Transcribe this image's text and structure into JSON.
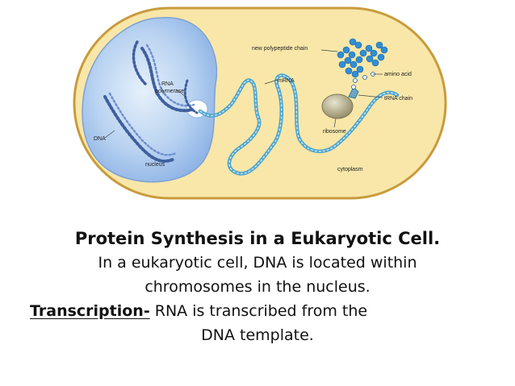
{
  "diagram": {
    "labels": {
      "polypeptide": "new polypeptide chain",
      "rna_polymerase_1": "RNA",
      "rna_polymerase_2": "polymerase",
      "mrna": "mRNA",
      "amino_acid": "amino acid",
      "trna": "tRNA chain",
      "dna": "DNA",
      "ribosome": "ribosome",
      "nucleus": "nucleus",
      "cytoplasm": "cytoplasm"
    },
    "colors": {
      "cell_fill": "#f8e7a9",
      "cell_border": "#c99b3c",
      "nucleus_fill": "#a8c9ef",
      "dna": "#3f5f9e",
      "mrna": "#4aa3cc",
      "polypeptide": "#2f8fd6",
      "ribosome": "#a09a7a"
    }
  },
  "slide": {
    "title": "Protein Synthesis in a Eukaryotic Cell.",
    "line1": "In a eukaryotic cell, DNA is located within",
    "line2": "chromosomes in the nucleus.",
    "transcription_term": "Transcription-",
    "transcription_rest": " RNA is transcribed from the",
    "line4": "DNA template."
  }
}
